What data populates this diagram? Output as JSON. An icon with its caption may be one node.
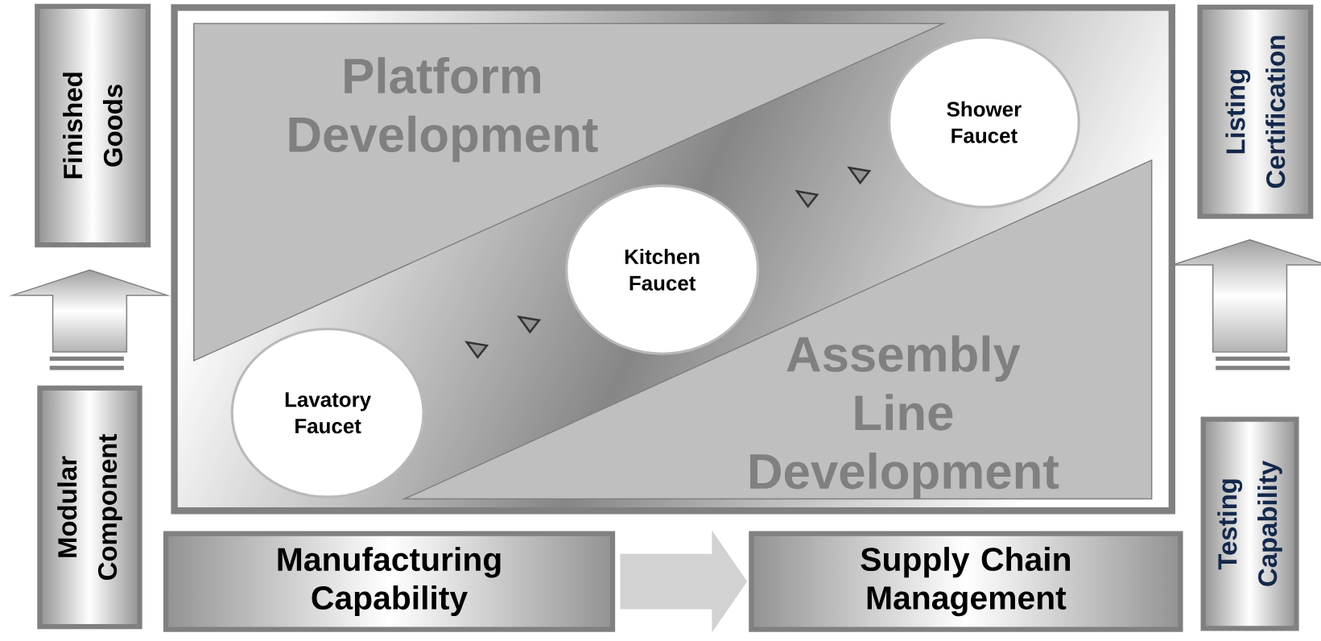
{
  "diagram": {
    "nodes": [
      {
        "text": [],
        "shape": "box"
      },
      {
        "text": [
          "Platform Development"
        ],
        "in": 0
      },
      {
        "text": [
          "Shower Faucet"
        ],
        "in": 0
      },
      {
        "text": [
          "Kitchen Faucet"
        ],
        "in": 0
      },
      {
        "text": [
          "Lavatory Faucet"
        ],
        "in": 0
      },
      {
        "text": [
          "Assembly Line Development"
        ],
        "in": 0
      },
      {
        "text": [
          "Finished Goods"
        ]
      },
      {
        "text": [
          "Listing Certification"
        ]
      },
      {
        "text": [
          "Modular Component"
        ]
      },
      {
        "text": [
          "Testing Capability"
        ]
      },
      {
        "text": [
          "Manufacturing Capability"
        ]
      },
      {
        "text": [
          "Supply Chain Management"
        ]
      }
    ],
    "edges": [
      {
        "from": 8,
        "to": 6,
        "arrow": "to"
      },
      {
        "from": 9,
        "to": 7,
        "arrow": "to"
      },
      {
        "from": 10,
        "to": 11,
        "arrow": "to"
      }
    ]
  }
}
